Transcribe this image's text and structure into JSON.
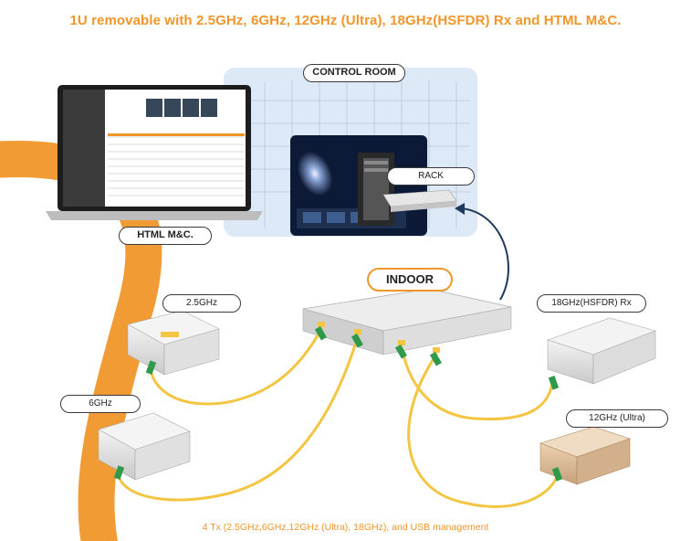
{
  "header": {
    "title": "1U removable with 2.5GHz, 6GHz, 12GHz (Ultra), 18GHz(HSFDR) Rx and  HTML M&C."
  },
  "labels": {
    "control_room": "CONTROL ROOM",
    "rack": "RACK",
    "html_mc": "HTML M&C.",
    "indoor": "INDOOR",
    "rx_2_5": "2.5GHz",
    "rx_6": "6GHz",
    "rx_18": "18GHz(HSFDR) Rx",
    "rx_12": "12GHz (Ultra)"
  },
  "footer": {
    "text": "4 Tx (2.5GHz,6GHz,12GHz (Ultra), 18GHz), and USB management"
  },
  "colors": {
    "accent_orange": "#f0962a",
    "fiber_yellow": "#f4c542",
    "control_room_bg": "#dde9f7",
    "connector_green": "#2e9a4a"
  }
}
